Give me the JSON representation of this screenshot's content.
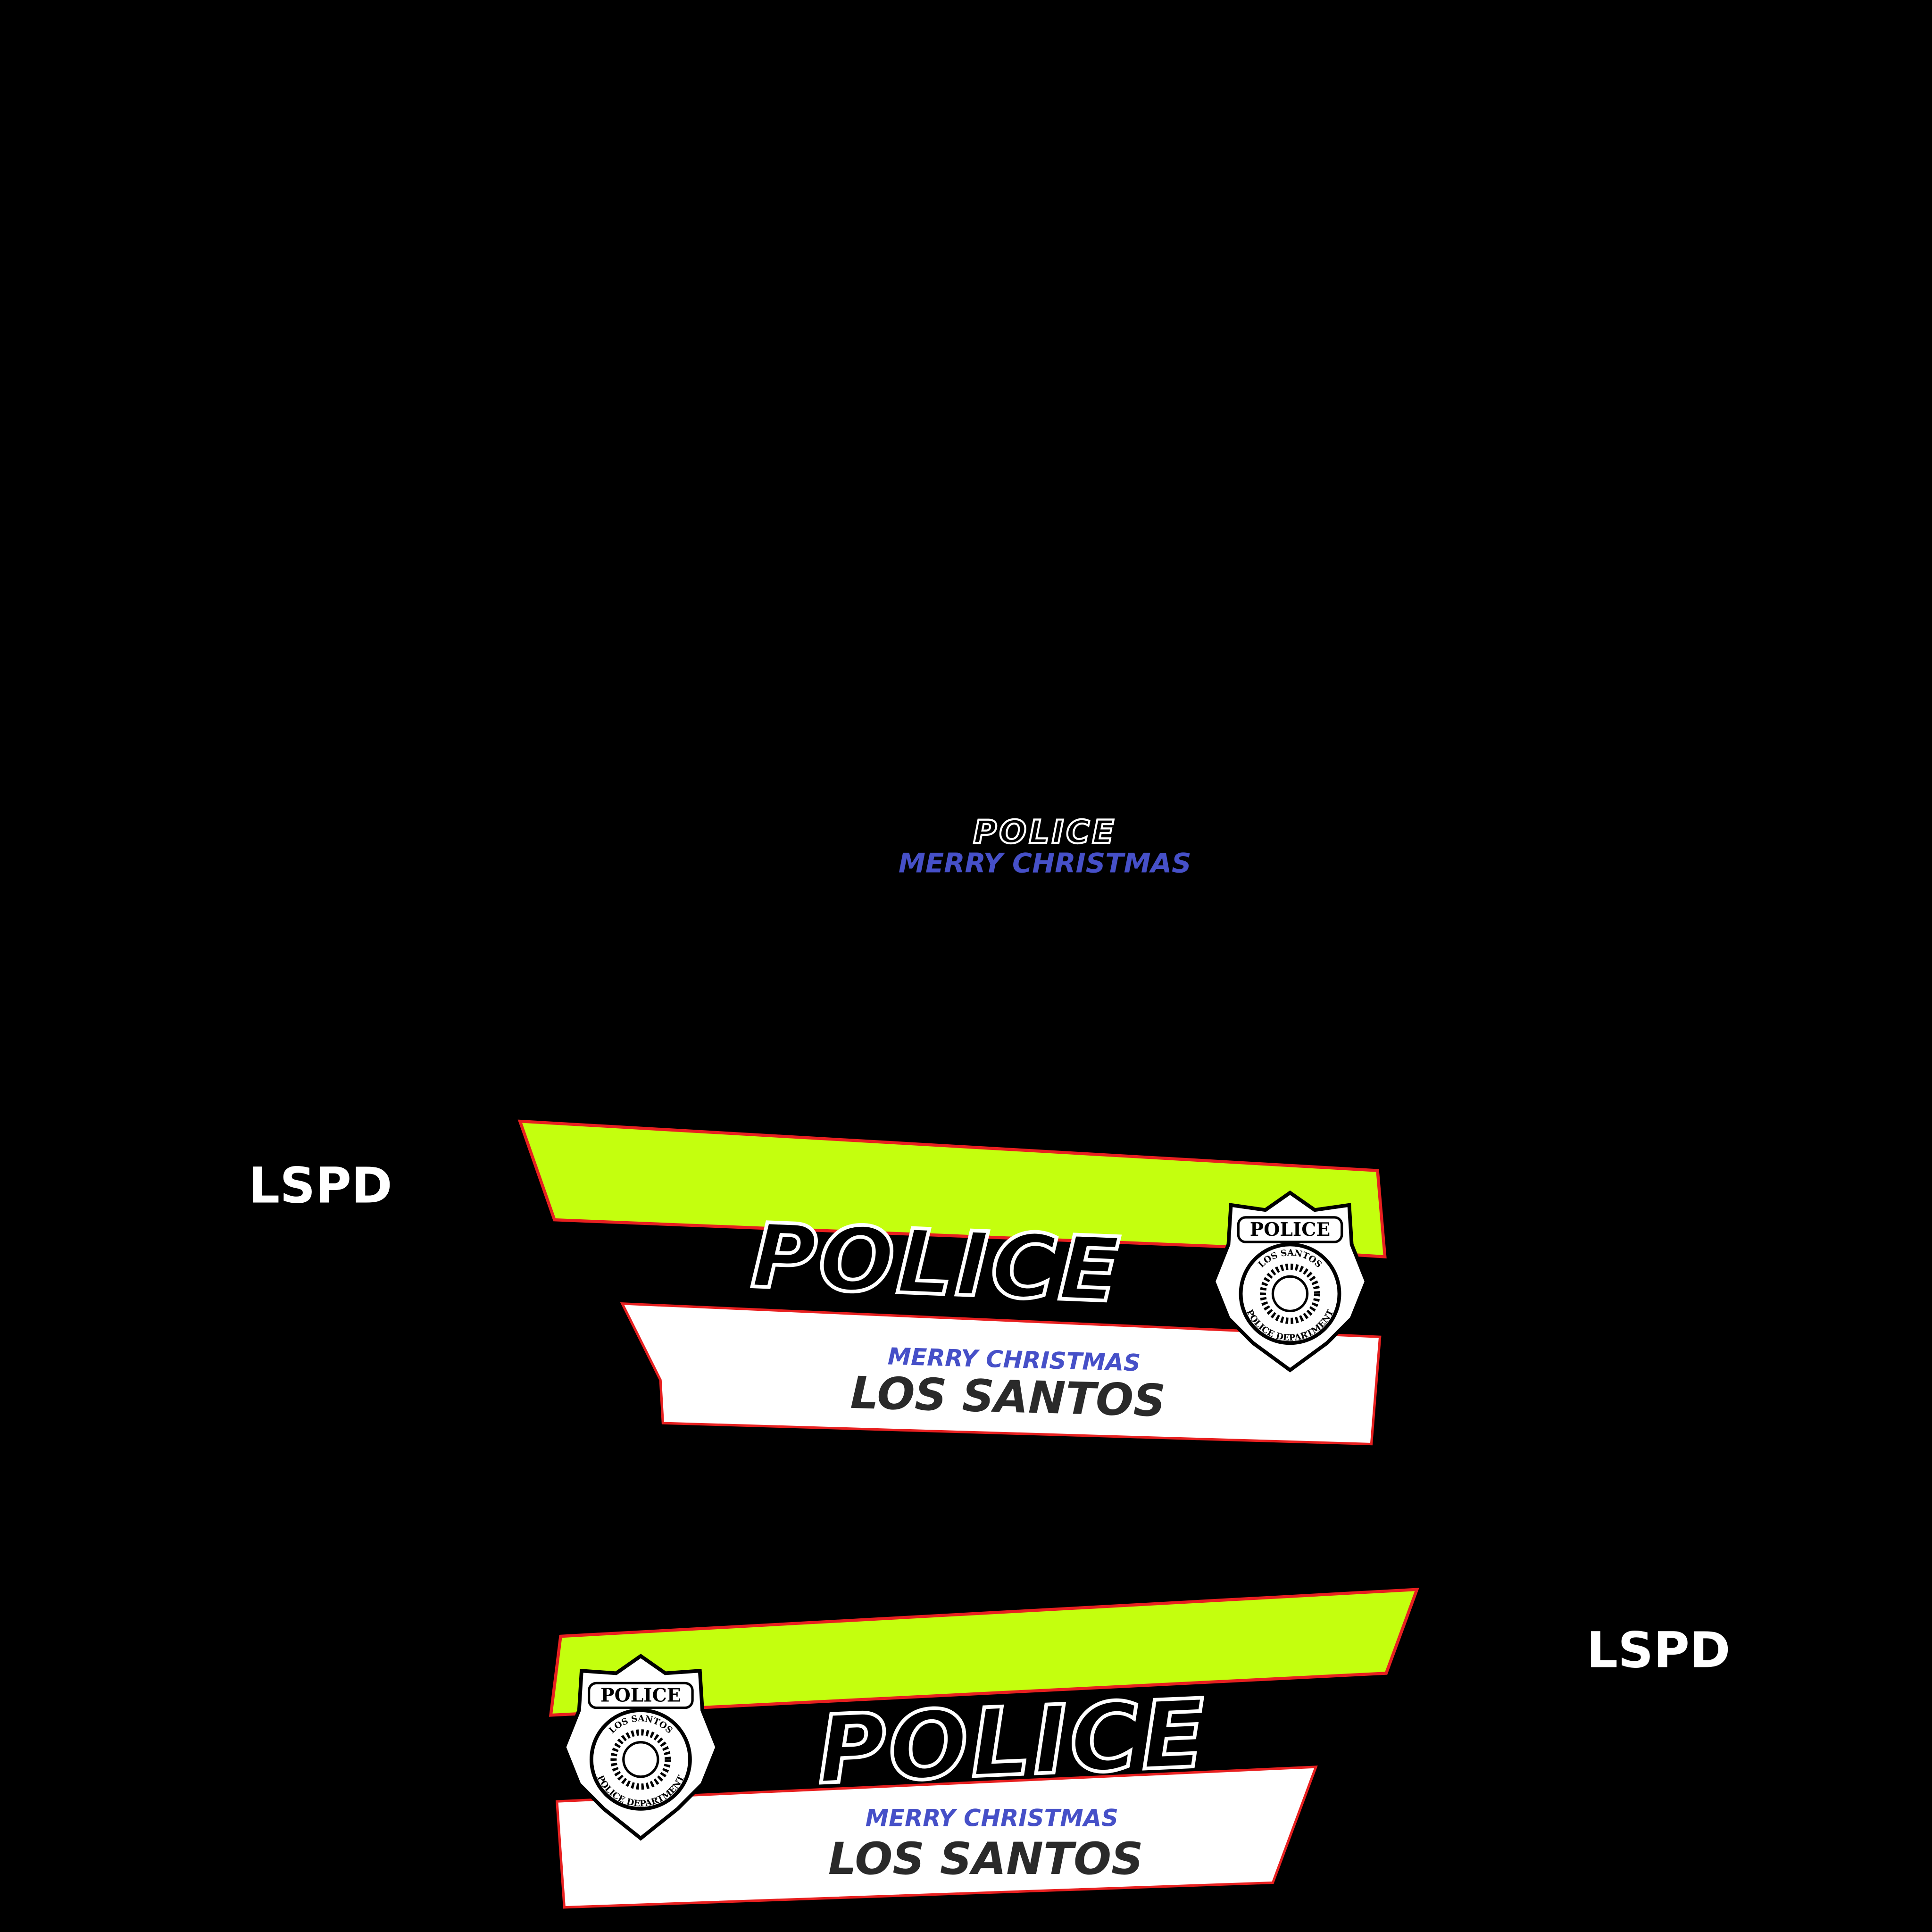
{
  "top_label": {
    "police": "POLICE",
    "greeting": "MERRY CHRISTMAS"
  },
  "side_tags": {
    "left": "LSPD",
    "right": "LSPD"
  },
  "livery_upper": {
    "police": "POLICE",
    "greeting": "MERRY CHRISTMAS",
    "city": "LOS SANTOS"
  },
  "livery_lower": {
    "police": "POLICE",
    "greeting": "MERRY CHRISTMAS",
    "city": "LOS SANTOS"
  },
  "badge": {
    "top": "POLICE",
    "ring_top": "LOS SANTOS",
    "ring_bottom": "POLICE DEPARTMENT"
  },
  "colors": {
    "background": "#000000",
    "stripe": "#c4ff0e",
    "outline": "#e82020",
    "greeting": "#4650c8",
    "panel": "#ffffff"
  }
}
